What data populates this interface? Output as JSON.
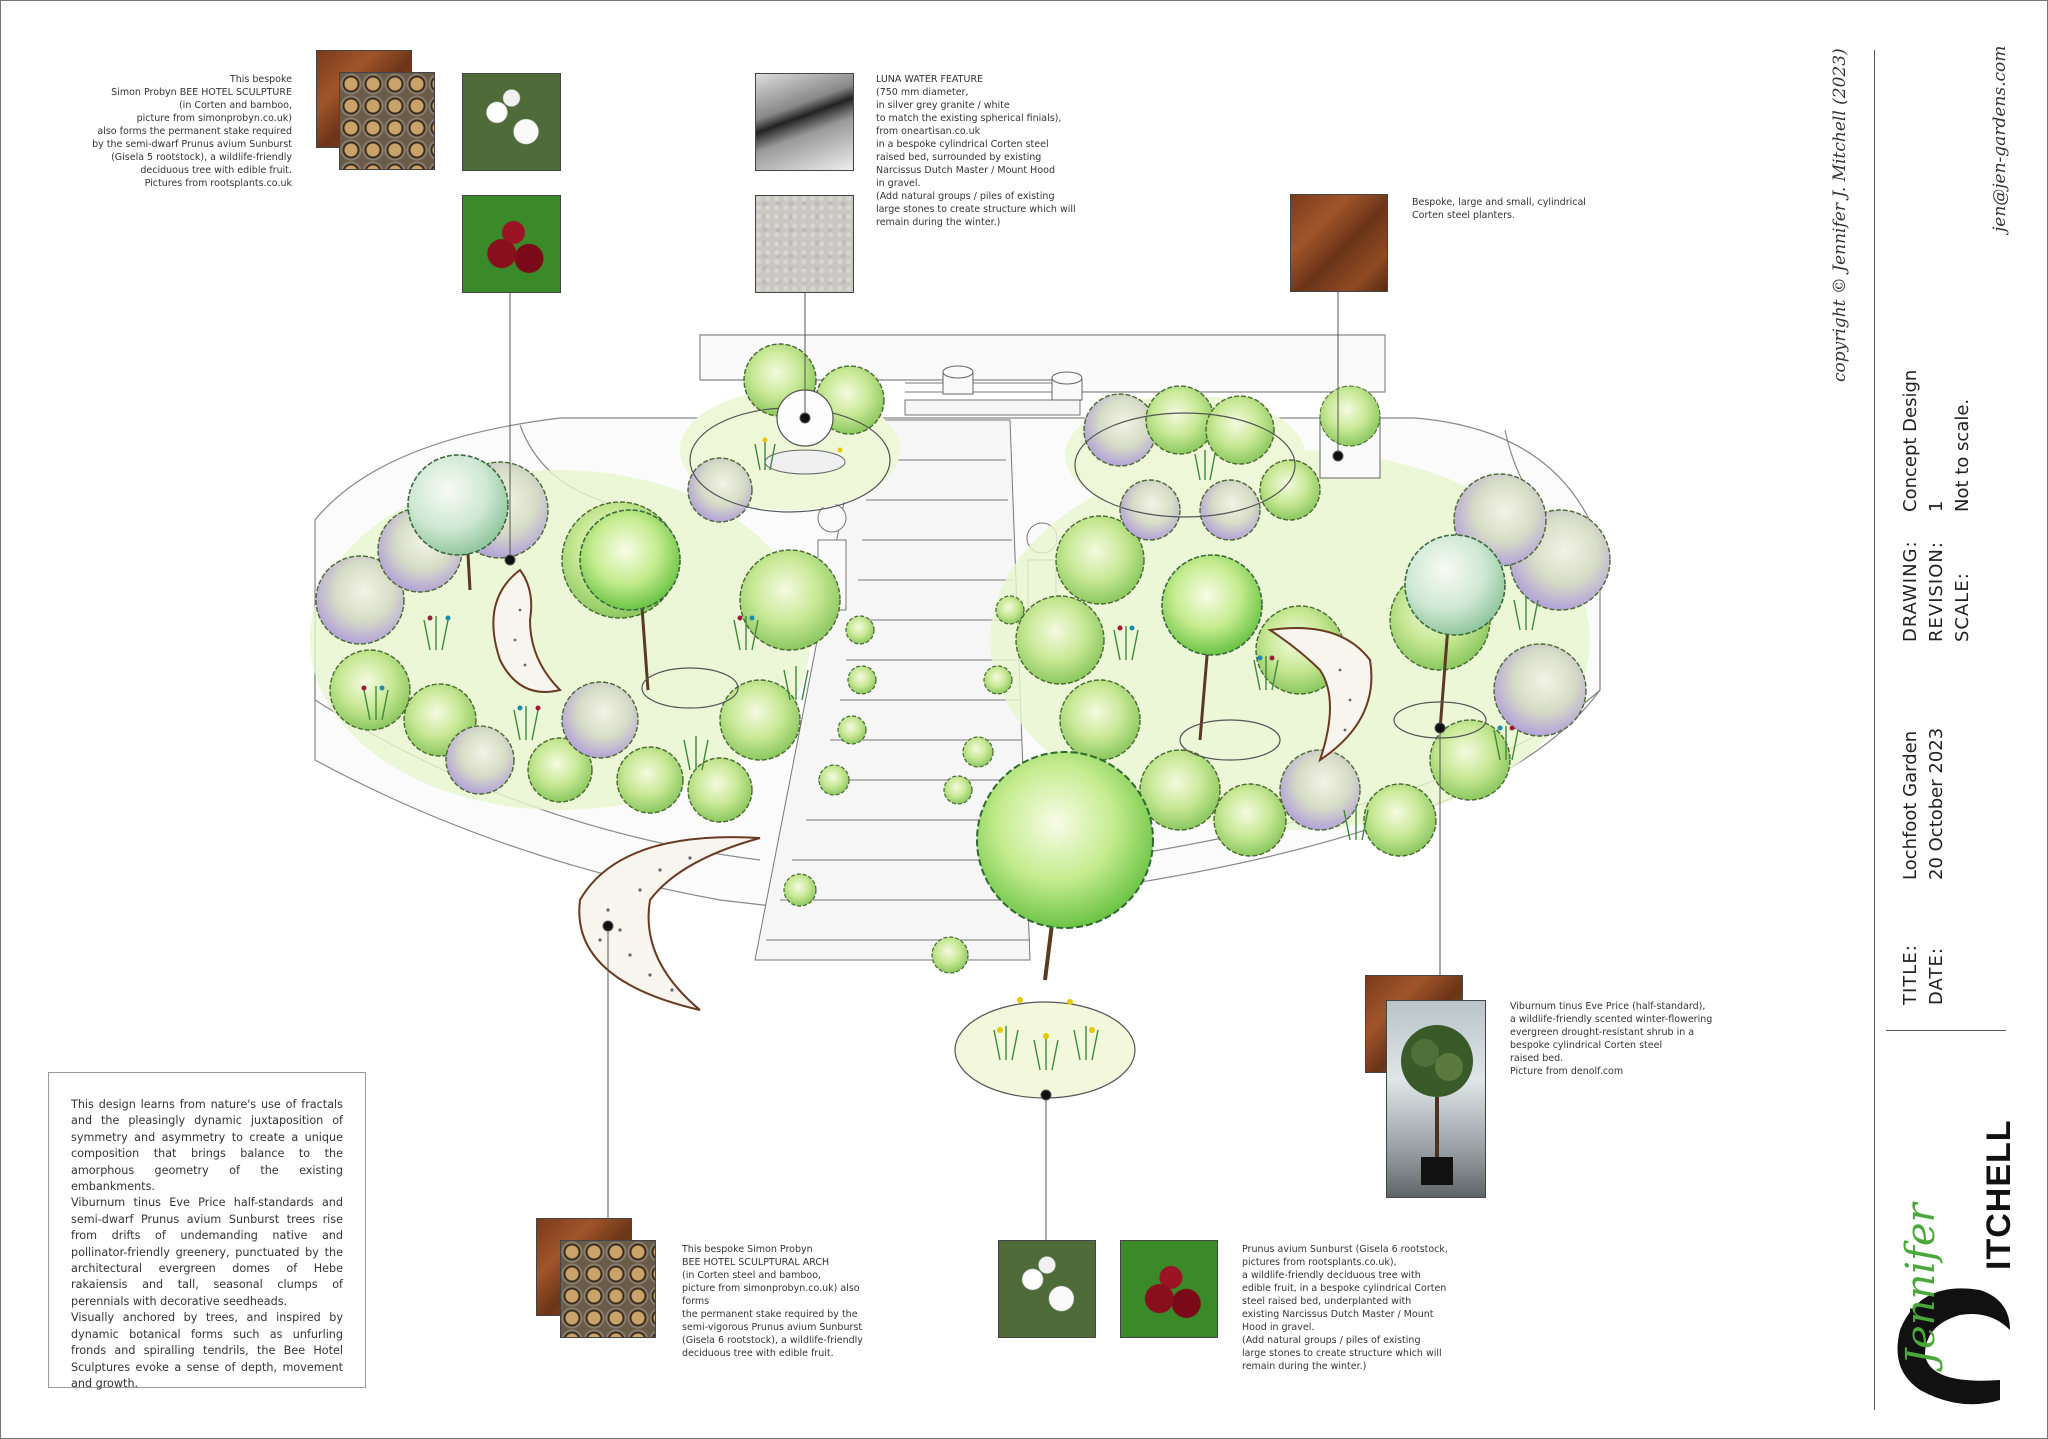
{
  "notes": {
    "bee_hotel_sculpture": "This bespoke\nSimon Probyn BEE HOTEL SCULPTURE\n(in Corten and bamboo,\npicture from simonprobyn.co.uk)\nalso forms the permanent stake required\nby the semi-dwarf Prunus avium Sunburst\n(Gisela 5 rootstock), a wildlife-friendly\ndeciduous tree with edible fruit.\nPictures from rootsplants.co.uk",
    "luna_water_feature": "LUNA WATER FEATURE\n(750 mm diameter,\nin silver grey granite / white\nto match the existing spherical finials),\nfrom oneartisan.co.uk\nin a bespoke cylindrical Corten steel\nraised bed, surrounded by existing\nNarcissus Dutch Master / Mount Hood\nin gravel.\n(Add natural groups / piles of existing\nlarge stones to create structure which will\nremain during the winter.)",
    "corten_planters": "Bespoke, large and small, cylindrical\nCorten steel planters.",
    "viburnum": "Viburnum tinus Eve Price (half-standard),\na wildlife-friendly scented winter-flowering\nevergreen drought-resistant shrub in a\nbespoke cylindrical Corten steel\nraised bed.\nPicture from denolf.com",
    "bee_hotel_arch": "This bespoke Simon Probyn\nBEE HOTEL SCULPTURAL ARCH\n(in Corten steel and bamboo,\npicture from simonprobyn.co.uk) also forms\nthe permanent stake required by the\nsemi-vigorous Prunus avium Sunburst\n(Gisela 6 rootstock), a wildlife-friendly\ndeciduous tree with edible fruit.",
    "prunus": "Prunus avium Sunburst (Gisela 6 rootstock,\npictures from rootsplants.co.uk),\na wildlife-friendly deciduous tree with\nedible fruit, in a bespoke cylindrical Corten\nsteel raised bed, underplanted with\nexisting Narcissus Dutch Master / Mount\nHood in gravel.\n(Add natural groups / piles of existing\nlarge stones to create structure which will\nremain during the winter.)"
  },
  "description": {
    "p1": "This design learns from nature's use of fractals and the pleasingly dynamic juxtaposition of symmetry and asymmetry to create a unique composition that brings balance to the amorphous geometry of the existing embankments.",
    "p2": "Viburnum tinus Eve Price half-standards and semi-dwarf Prunus avium Sunburst trees rise from drifts of undemanding native and pollinator-friendly greenery, punctuated by the architectural evergreen domes of Hebe rakaiensis and tall, seasonal clumps of perennials with decorative seedheads.",
    "p3": "Visually anchored by trees, and inspired by dynamic botanical forms such as unfurling fronds and spiralling tendrils, the Bee Hotel Sculptures evoke a sense of depth, movement and growth."
  },
  "title_block": {
    "copyright": "copyright © Jennifer J. Mitchell (2023)",
    "email": "jen@jen-gardens.com",
    "drawing_label": "DRAWING:",
    "drawing_value": "Concept Design",
    "revision_label": "REVISION:",
    "revision_value": "1",
    "scale_label": "SCALE:",
    "scale_value": "Not to scale.",
    "title_label": "TITLE:",
    "title_value": "Lochfoot Garden",
    "date_label": "DATE:",
    "date_value": "20 October 2023",
    "logo_script": "Jennifer",
    "logo_word": "ITCHELL"
  },
  "colors": {
    "foliage_light": "#dcefb0",
    "foliage_mid": "#9fd46a",
    "foliage_dark": "#5aa83a",
    "lavender": "#b9a8dc",
    "corten": "#8e4a22",
    "logo_green": "#4aa83a"
  }
}
